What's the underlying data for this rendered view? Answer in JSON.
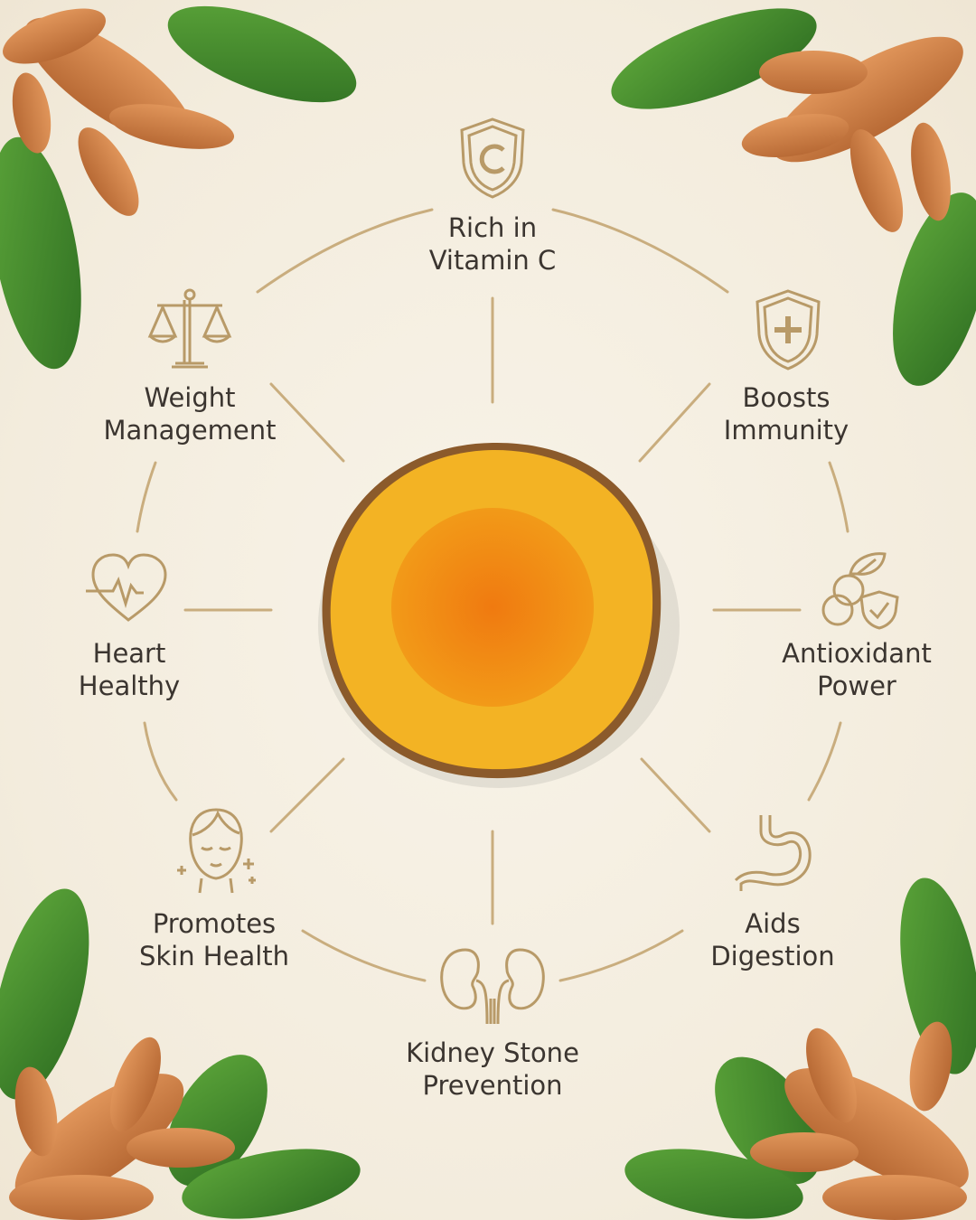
{
  "colors": {
    "background": "#f5efe2",
    "gold": "#b89a68",
    "text": "#3b3530",
    "turmeric": "#f0a020",
    "leaf": "#3f8a2c"
  },
  "benefits": [
    {
      "line1": "Rich in",
      "line2": "Vitamin C",
      "icon": "shield-c-icon"
    },
    {
      "line1": "Boosts",
      "line2": "Immunity",
      "icon": "shield-plus-icon"
    },
    {
      "line1": "Antioxidant",
      "line2": "Power",
      "icon": "berries-shield-icon"
    },
    {
      "line1": "Aids",
      "line2": "Digestion",
      "icon": "stomach-icon"
    },
    {
      "line1": "Kidney Stone",
      "line2": "Prevention",
      "icon": "kidneys-icon"
    },
    {
      "line1": "Promotes",
      "line2": "Skin Health",
      "icon": "face-sparkle-icon"
    },
    {
      "line1": "Heart",
      "line2": "Healthy",
      "icon": "heart-pulse-icon"
    },
    {
      "line1": "Weight",
      "line2": "Management",
      "icon": "scale-icon"
    }
  ]
}
